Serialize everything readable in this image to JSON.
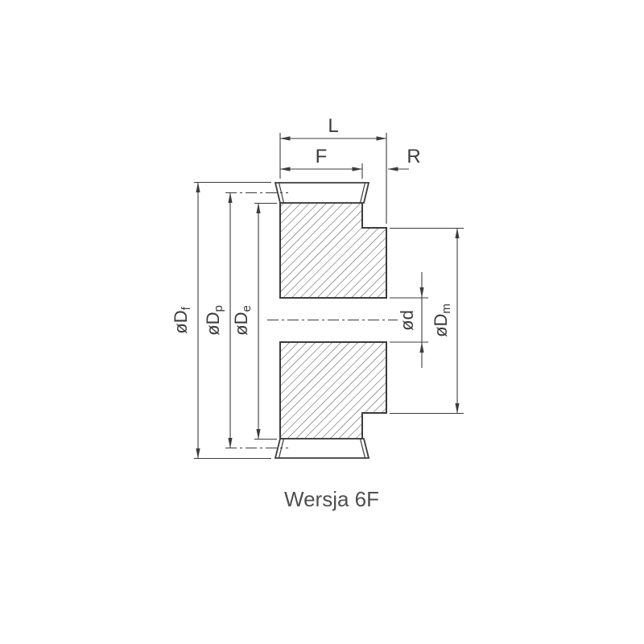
{
  "drawing": {
    "caption": "Wersja 6F",
    "dims": {
      "L": "L",
      "F": "F",
      "R": "R",
      "Df": {
        "prefix": "øD",
        "sub": "f"
      },
      "Dp": {
        "prefix": "øD",
        "sub": "p"
      },
      "De": {
        "prefix": "øD",
        "sub": "e"
      },
      "d": {
        "prefix": "ød",
        "sub": ""
      },
      "Dm": {
        "prefix": "øD",
        "sub": "m"
      }
    },
    "colors": {
      "line": "#3c3c3c",
      "caption": "#4f4f4f",
      "background": "#ffffff"
    }
  }
}
